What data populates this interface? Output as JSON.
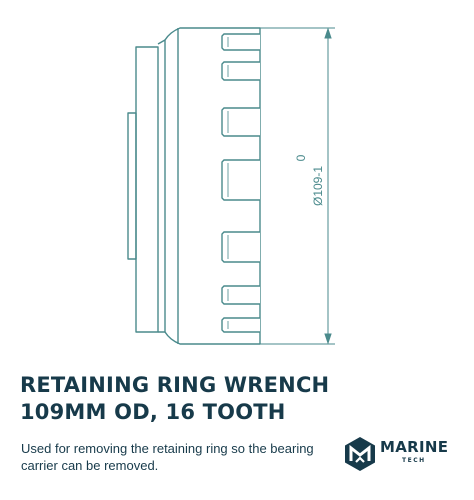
{
  "drawing": {
    "dimension_top": "0",
    "dimension_label": "Ø109-1",
    "teeth_count": 16,
    "line_color": "#4a8a8c"
  },
  "title": {
    "line1": "RETAINING RING WRENCH",
    "line2": "109MM OD, 16 TOOTH"
  },
  "description": "Used for removing the retaining ring so the bearing carrier can be removed.",
  "logo": {
    "word": "MARINE",
    "subword": "TECH",
    "icon": "marine-tech-logo-icon"
  },
  "colors": {
    "text": "#173a4a",
    "drawing": "#4a8a8c"
  }
}
